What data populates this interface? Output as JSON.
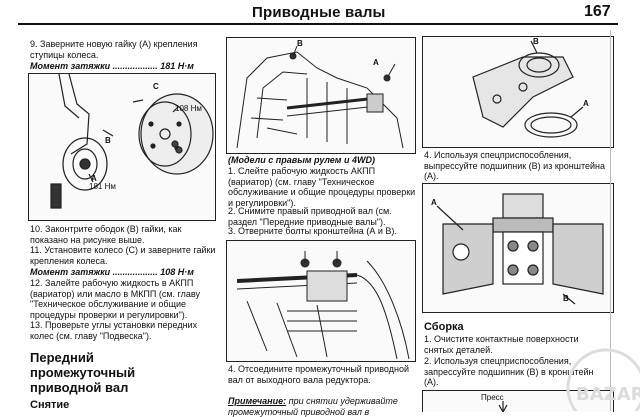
{
  "header": {
    "title": "Приводные валы",
    "page_number": "167"
  },
  "left_col": {
    "step9": "9. Заверните новую гайку (А) крепления ступицы колеса.",
    "torque1": "Момент затяжки .................. 181 Н·м",
    "fig1_labels": {
      "c": "C",
      "b": "B",
      "a": "A",
      "nm108": "108 Нм",
      "nm181": "181 Нм"
    },
    "step10": "10. Законтрите ободок (В) гайки, как показано на рисунке выше.",
    "step11": "11. Установите колесо (С) и заверните гайки крепления колеса.",
    "torque2": "Момент затяжки .................. 108 Н·м",
    "step12": "12. Залейте рабочую жидкость в АКПП (вариатор) или масло в МКПП (см. главу \"Техническое обслуживание и общие процедуры проверки и регулировки\").",
    "step13": "13. Проверьте углы установки передних колес (см. главу \"Подвеска\").",
    "section_title_1": "Передний",
    "section_title_2": "промежуточный",
    "section_title_3": "приводной вал",
    "subsection": "Снятие"
  },
  "mid_col": {
    "fig2_labels": {
      "b": "B",
      "a": "A"
    },
    "note_models": "(Модели с правым рулем и 4WD)",
    "step1": "1. Слейте рабочую жидкость АКПП (вариатор) (см. главу \"Техническое обслуживание и общие процедуры проверки и регулировки\").",
    "step2": "2. Снимите правый приводной вал (см. раздел \"Передние приводные валы\").",
    "step3": "3. Отверните болты кронштейна (А и В).",
    "step4": "4. Отсоедините промежуточный приводной вал от выходного вала редуктора.",
    "note_label": "Примечание:",
    "note_text": " при снятии удерживайте промежуточный приводной вал в"
  },
  "right_col": {
    "fig4_labels": {
      "b": "B",
      "a": "A"
    },
    "step4r": "4. Используя спецприспособления, выпрессуйте подшипник (В) из кронштейна (А).",
    "fig5_labels": {
      "a": "A",
      "b": "B"
    },
    "section_assembly": "Сборка",
    "a_step1": "1. Очистите контактные поверхности снятых деталей.",
    "a_step2": "2. Используя спецприспособления, запрессуйте подшипник (В) в кронштейн (А).",
    "fig6_label": "Пресс"
  },
  "watermark_text": "BAZAR"
}
